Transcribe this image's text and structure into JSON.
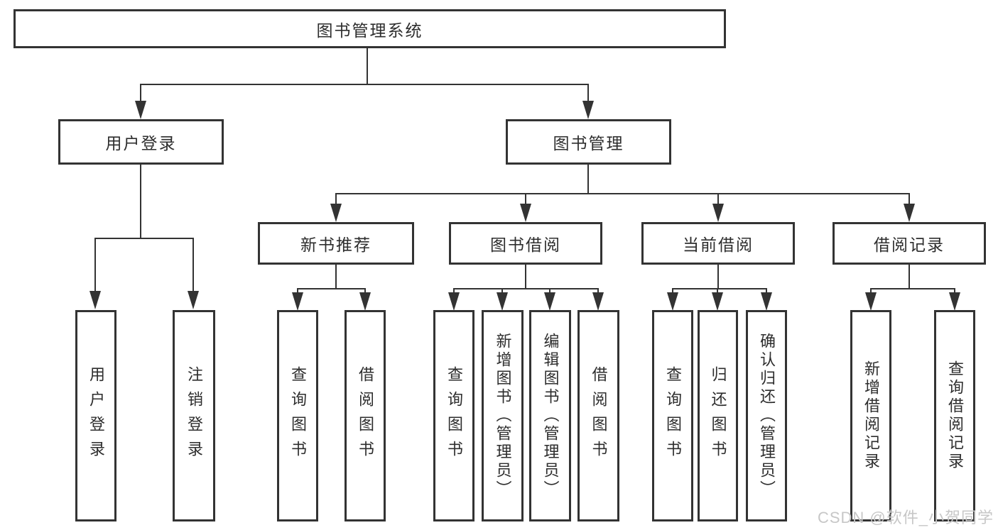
{
  "tree": {
    "root": {
      "label": "图书管理系统"
    },
    "user_login": {
      "label": "用户登录",
      "children": [
        {
          "label": "用户登录"
        },
        {
          "label": "注销登录"
        }
      ]
    },
    "book_management": {
      "label": "图书管理",
      "children": [
        {
          "label": "新书推荐",
          "children": [
            {
              "label": "查询图书"
            },
            {
              "label": "借阅图书"
            }
          ]
        },
        {
          "label": "图书借阅",
          "children": [
            {
              "label": "查询图书"
            },
            {
              "label": "新增图书（管理员）"
            },
            {
              "label": "编辑图书（管理员）"
            },
            {
              "label": "借阅图书"
            }
          ]
        },
        {
          "label": "当前借阅",
          "children": [
            {
              "label": "查询图书"
            },
            {
              "label": "归还图书"
            },
            {
              "label": "确认归还（管理员）"
            }
          ]
        },
        {
          "label": "借阅记录",
          "children": [
            {
              "label": "新增借阅记录"
            },
            {
              "label": "查询借阅记录"
            }
          ]
        }
      ]
    }
  },
  "watermark": "CSDN @软件_小贺同学",
  "colors": {
    "line": "#333333",
    "text": "#2d2d2d",
    "background": "#ffffff",
    "watermark": "#c7c7c7"
  }
}
